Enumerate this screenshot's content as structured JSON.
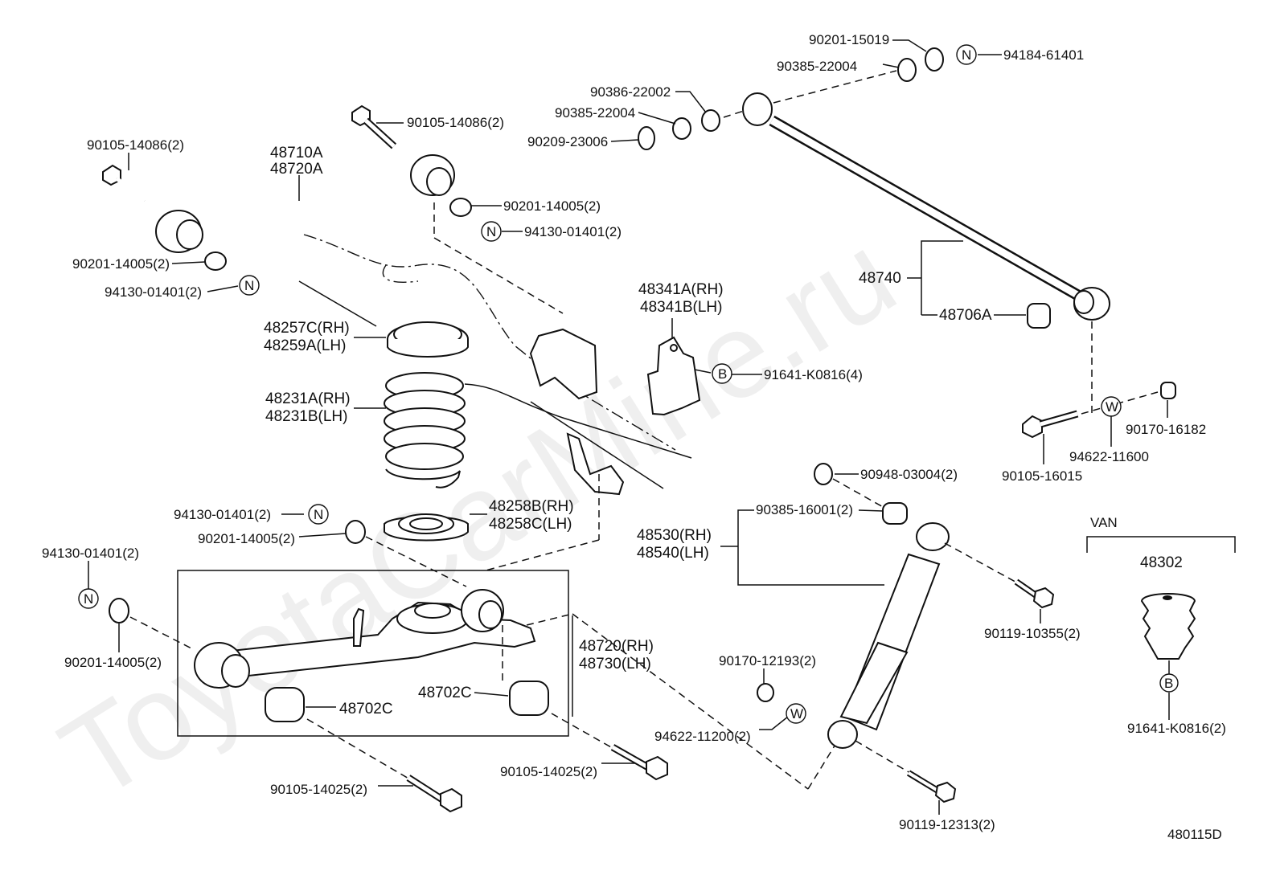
{
  "watermark": "ToyotaCarMine.ru",
  "diagram_code": "480115D",
  "van_group": {
    "title": "VAN",
    "part": "48302",
    "bumper_bolt": "91641-K0816(2)",
    "symbol": "B"
  },
  "symbols": {
    "N": "N",
    "W": "W",
    "B": "B"
  },
  "labels": {
    "p90201_15019": "90201-15019",
    "p90385_22004_a": "90385-22004",
    "p94184_61401": "94184-61401",
    "p90386_22002": "90386-22002",
    "p90385_22004_b": "90385-22004",
    "p90209_23006": "90209-23006",
    "p90105_14086_top": "90105-14086(2)",
    "p90105_14086_left": "90105-14086(2)",
    "p48710A": "48710A",
    "p48720A": "48720A",
    "p90201_14005_r": "90201-14005(2)",
    "p94130_01401_r": "94130-01401(2)",
    "p90201_14005_l": "90201-14005(2)",
    "p94130_01401_l": "94130-01401(2)",
    "p48740": "48740",
    "p48706A": "48706A",
    "p48341A": "48341A(RH)",
    "p48341B": "48341B(LH)",
    "p91641_K0816_4": "91641-K0816(4)",
    "p48257C": "48257C(RH)",
    "p48259A": "48259A(LH)",
    "p48231A": "48231A(RH)",
    "p48231B": "48231B(LH)",
    "p90170_16182": "90170-16182",
    "p94622_11600": "94622-11600",
    "p90105_16015": "90105-16015",
    "p90948_03004": "90948-03004(2)",
    "p90385_16001": "90385-16001(2)",
    "p48530": "48530(RH)",
    "p48540": "48540(LH)",
    "p48258B": "48258B(RH)",
    "p48258C": "48258C(LH)",
    "p94130_01401_m": "94130-01401(2)",
    "p90201_14005_m": "90201-14005(2)",
    "p94130_01401_ll": "94130-01401(2)",
    "p90201_14005_ll": "90201-14005(2)",
    "p48720RH": "48720(RH)",
    "p48730LH": "48730(LH)",
    "p90119_10355": "90119-10355(2)",
    "p90170_12193": "90170-12193(2)",
    "p48702C_a": "48702C",
    "p48702C_b": "48702C",
    "p94622_11200": "94622-11200(2)",
    "p90105_14025_r": "90105-14025(2)",
    "p90105_14025_l": "90105-14025(2)",
    "p90119_12313": "90119-12313(2)"
  }
}
